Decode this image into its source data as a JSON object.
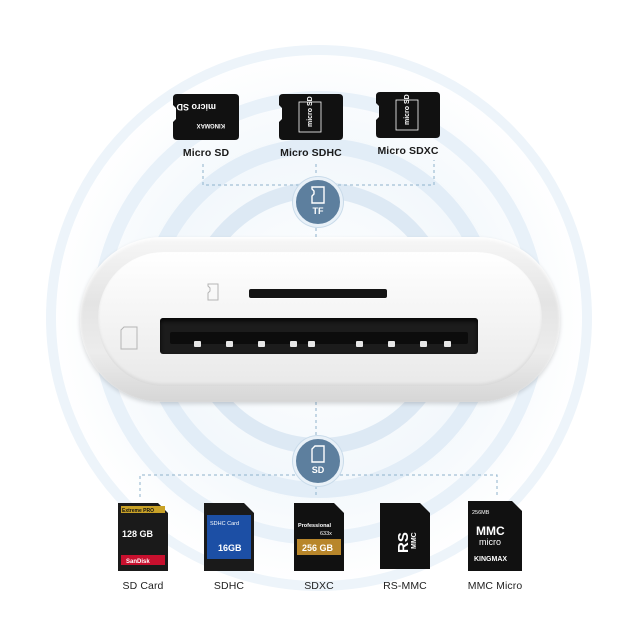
{
  "top_cards": [
    {
      "id": "micro-sd",
      "label": "Micro SD",
      "print": "micro SD",
      "sub": "KINGMAX"
    },
    {
      "id": "micro-sdhc",
      "label": "Micro SDHC",
      "print": "micro SD"
    },
    {
      "id": "micro-sdxc",
      "label": "Micro SDXC",
      "print": "micro SD"
    }
  ],
  "tf_badge": {
    "label": "TF",
    "icon": "micro-sd-card-icon"
  },
  "sd_badge": {
    "label": "SD",
    "icon": "sd-card-icon"
  },
  "bottom_cards": [
    {
      "id": "sd-card",
      "label": "SD Card",
      "brand": "SanDisk",
      "series": "Extreme PRO",
      "capacity": "128 GB"
    },
    {
      "id": "sdhc",
      "label": "SDHC",
      "header": "SDHC Card",
      "capacity": "16GB"
    },
    {
      "id": "sdxc",
      "label": "SDXC",
      "series": "Professional",
      "speed": "633x",
      "capacity": "256 GB"
    },
    {
      "id": "rs-mmc",
      "label": "RS-MMC",
      "print": "RS",
      "sub": "MMC"
    },
    {
      "id": "mmc-micro",
      "label": "MMC Micro",
      "capacity": "256MB",
      "line1": "MMC",
      "line2": "micro",
      "brand": "KINGMAX"
    }
  ],
  "colors": {
    "badge": "#5d7f9e",
    "ripple": "#e8f1f9",
    "guide": "#8fb2cc"
  }
}
